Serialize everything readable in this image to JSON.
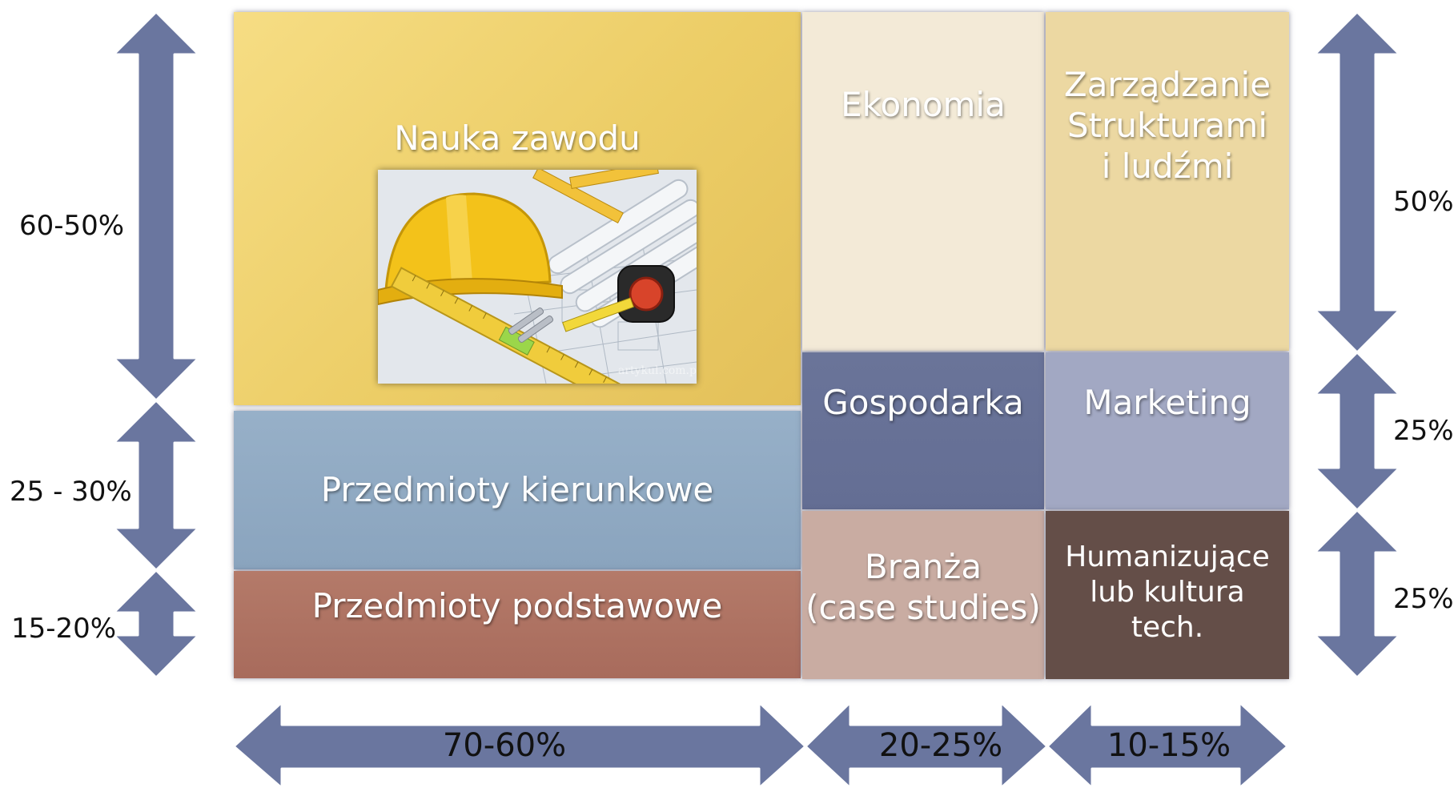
{
  "colors": {
    "arrow": "#6a769f",
    "arrow_stroke": "#ffffff",
    "nauka": "#edd06a",
    "kierunkowe": "#8ea8c2",
    "podstawowe": "#b07464",
    "ekonomia": "#f3ead6",
    "zarzadzanie": "#ecd8a2",
    "gospodarka": "#6a7499",
    "marketing": "#a2a8c4",
    "branza": "#c9aca3",
    "humanizujace": "#644e48"
  },
  "blocks": {
    "nauka": "Nauka zawodu",
    "kierunkowe": "Przedmioty kierunkowe",
    "podstawowe": "Przedmioty podstawowe",
    "ekonomia": "Ekonomia",
    "zarzadzanie": "Zarządzanie\nStrukturami\ni ludźmi",
    "gospodarka": "Gospodarka",
    "marketing": "Marketing",
    "branza": "Branża\n(case studies)",
    "humanizujace": "Humanizujące\nlub kultura\ntech."
  },
  "image": {
    "watermark": "artykul.com.pl"
  },
  "left_scale": {
    "top": "60-50%",
    "middle": "25 - 30%",
    "bottom": "15-20%"
  },
  "right_scale": {
    "top": "50%",
    "middle": "25%",
    "bottom": "25%"
  },
  "bottom_scale": {
    "left": "70-60%",
    "middle": "20-25%",
    "right": "10-15%"
  }
}
